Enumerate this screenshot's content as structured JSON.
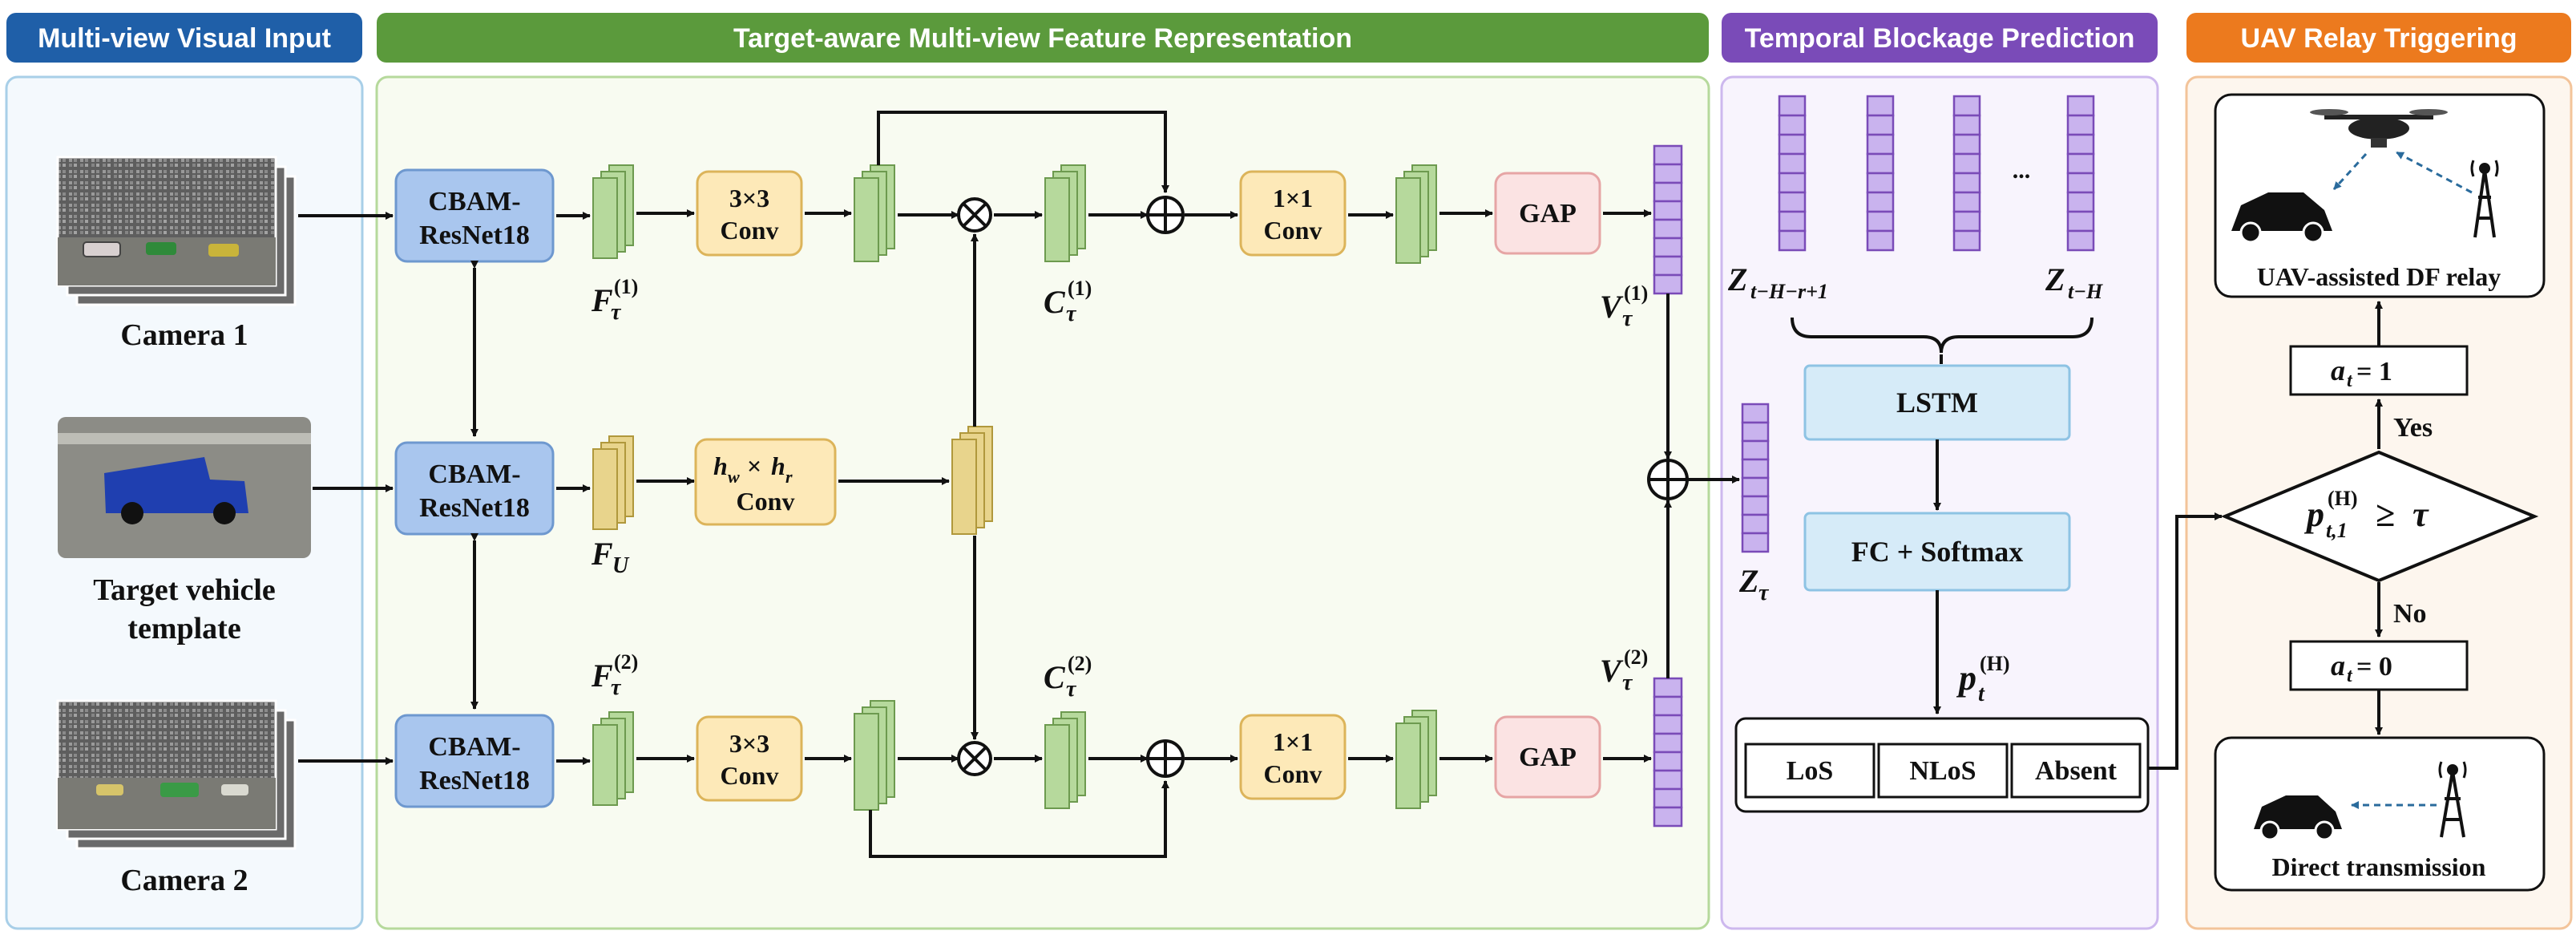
{
  "headers": {
    "input": "Multi-view Visual Input",
    "feature": "Target-aware Multi-view Feature Representation",
    "temporal": "Temporal Blockage Prediction",
    "relay": "UAV Relay Triggering"
  },
  "inputs": {
    "camera1": "Camera 1",
    "template_line1": "Target vehicle",
    "template_line2": "template",
    "camera2": "Camera 2"
  },
  "blocks": {
    "cbam_line1": "CBAM-",
    "cbam_line2": "ResNet18",
    "conv3_top": "3×3",
    "conv3_bot": "Conv",
    "conv1_top": "1×1",
    "conv1_bot": "Conv",
    "hwhr_bot": "Conv",
    "gap": "GAP",
    "lstm": "LSTM",
    "fc": "FC + Softmax"
  },
  "symbols": {
    "F": "F",
    "C": "C",
    "V": "V",
    "Z": "Z",
    "tau": "τ",
    "sup1": "(1)",
    "sup2": "(2)",
    "U": "U",
    "h": "h",
    "w": "w",
    "r": "r",
    "times": "×",
    "Z_left_sub": "t−H−r+1",
    "Z_right_sub": "t−H",
    "dots": "...",
    "p": "p",
    "supH": "(H)",
    "t": "t",
    "t1": "t,1",
    "geq": "≥"
  },
  "classes": [
    "LoS",
    "NLoS",
    "Absent"
  ],
  "relay": {
    "uav_caption": "UAV-assisted DF relay",
    "direct_caption": "Direct transmission",
    "a_label": "a",
    "a_one": " = 1",
    "a_zero": " = 0",
    "yes": "Yes",
    "no": "No"
  },
  "colors": {
    "input_header": "#1f5fa8",
    "feature_header": "#5b9a3c",
    "temporal_header": "#7a4bb8",
    "relay_header": "#ec7a1e",
    "cbam_fill": "#a9c6ee",
    "conv_fill": "#fde9b8",
    "gap_fill": "#fbe3e3",
    "feature_green": "#b6d99c",
    "feature_yellow": "#e8d48c",
    "vector_purple": "#c9b3ee",
    "lstm_fill": "#d6ebf8"
  }
}
